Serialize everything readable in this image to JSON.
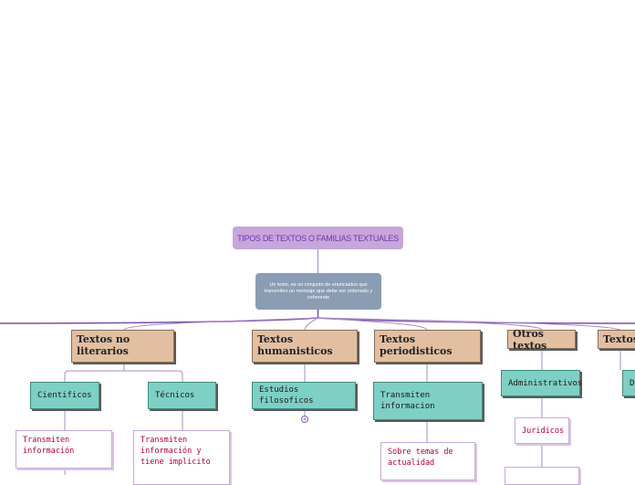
{
  "map": {
    "root": "TIPOS DE TEXTOS O FAMILIAS TEXTUALES",
    "definition": "Un texto, es un conjunto de enunciados que transmiten un mensaje que debe ser ordenado y coherente",
    "categories": [
      {
        "title": "Textos no literarios",
        "children": [
          {
            "label": "Cientificos",
            "note": "Transmiten información"
          },
          {
            "label": "Técnicos",
            "note": "Transmiten información y tiene implicito"
          }
        ]
      },
      {
        "title": "Textos humanisticos",
        "children": [
          {
            "label": "Estudios filosoficos",
            "toggle": "+"
          }
        ]
      },
      {
        "title": "Textos periodisticos",
        "children": [
          {
            "label": "Transmiten informacion",
            "note": "Sobre temas de actualidad"
          }
        ]
      },
      {
        "title": "Otros textos",
        "children": [
          {
            "label": "Administrativos",
            "note": "Juridicos"
          }
        ]
      },
      {
        "title": "Textos",
        "children": [
          {
            "label": "D"
          }
        ]
      }
    ]
  },
  "colors": {
    "root_fill": "#c7a6d9",
    "root_text": "#7a2fb8",
    "definition_fill": "#8a9db3",
    "category_fill": "#e2bfa1",
    "subtopic_fill": "#7ecfc4",
    "leaf_text": "#b0003a",
    "connector": "#7b4fa6"
  }
}
